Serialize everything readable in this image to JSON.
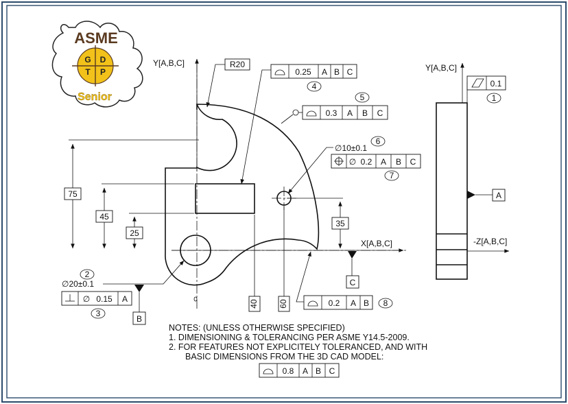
{
  "logo": {
    "brand": "ASME",
    "letters": [
      "G",
      "D",
      "T",
      "P"
    ],
    "tag": "Senior"
  },
  "datum_labels": {
    "y_front": "Y[A,B,C]",
    "x_front": "X[A,B,C]",
    "y_side": "Y[A,B,C]",
    "z_side": "-Z[A,B,C]"
  },
  "datums": {
    "a": "A",
    "b": "B",
    "c": "C"
  },
  "dimensions": {
    "radius": "R20",
    "d75": "75",
    "d45": "45",
    "d25": "25",
    "d35": "35",
    "d40": "40",
    "d60": "60"
  },
  "callouts": {
    "n1": "1",
    "n2": "2",
    "n3": "3",
    "n4": "4",
    "n5": "5",
    "n6": "6",
    "n7": "7",
    "n8": "8",
    "hole_large": "∅20±0.1",
    "hole_small": "∅10±0.1"
  },
  "fcf": {
    "f1": {
      "tol": "0.1"
    },
    "f3": {
      "dia": "∅",
      "tol": "0.15",
      "d1": "A"
    },
    "f4": {
      "tol": "0.25",
      "d1": "A",
      "d2": "B",
      "d3": "C"
    },
    "f5": {
      "tol": "0.3",
      "d1": "A",
      "d2": "B",
      "d3": "C"
    },
    "f7": {
      "dia": "∅",
      "tol": "0.2",
      "d1": "A",
      "d2": "B",
      "d3": "C"
    },
    "f8": {
      "tol": "0.2",
      "d1": "A",
      "d2": "B"
    },
    "fn": {
      "tol": "0.8",
      "d1": "A",
      "d2": "B",
      "d3": "C"
    }
  },
  "notes": {
    "title": "NOTES: (UNLESS OTHERWISE SPECIFIED)",
    "line1": "1.  DIMENSIONING & TOLERANCING PER ASME Y14.5-2009.",
    "line2": "2.  FOR FEATURES NOT EXPLICITELY TOLERANCED, AND WITH",
    "line3": "BASIC DIMENSIONS FROM THE 3D CAD MODEL:"
  },
  "colors": {
    "frame": "#2b4a6b",
    "logo_gold": "#f2c21a",
    "logo_text": "#5a3a20",
    "ink": "#111111"
  }
}
